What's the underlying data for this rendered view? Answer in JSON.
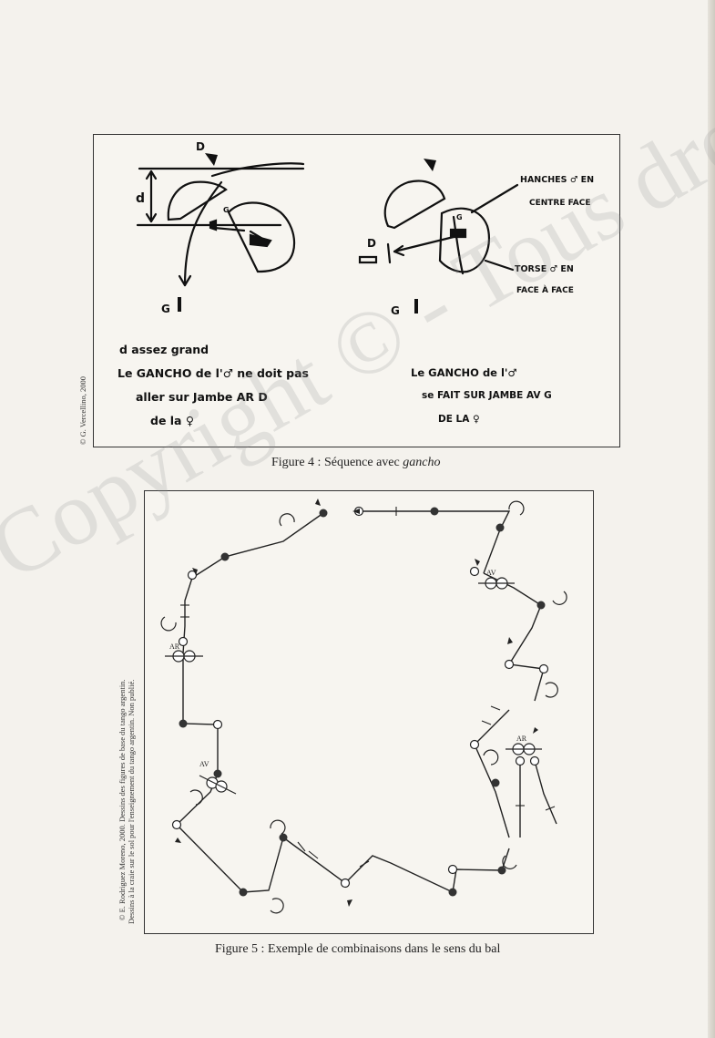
{
  "watermark": "Copyright © - Tous droits réservés",
  "figure4": {
    "caption_prefix": "Figure 4 : Séquence avec ",
    "caption_italic": "gancho",
    "credit": "© G. Vercellino, 2000",
    "left": {
      "label_D": "D",
      "label_d": "d",
      "label_G_small": "G",
      "label_G": "G",
      "note_line1": "d assez grand",
      "note_line2": "Le GANCHO de l'♂ ne doit pas",
      "note_line3": "aller sur Jambe AR D",
      "note_line4": "de la ♀"
    },
    "right": {
      "label_D": "D",
      "label_G": "G",
      "label_G_small": "G",
      "ann_top_line1": "HANCHES ♂ EN",
      "ann_top_line2": "CENTRE FACE",
      "ann_bot_line1": "TORSE ♂ EN",
      "ann_bot_line2": "FACE À FACE",
      "note_line1": "Le GANCHO de l'♂",
      "note_line2": "se FAIT SUR JAMBE AV G",
      "note_line3": "DE LA ♀"
    }
  },
  "figure5": {
    "caption": "Figure 5 : Exemple de combinaisons dans le sens du bal",
    "credit_line1": "© E. Rodriguez Moreno, 2000. Dessins des figures de base du tango argentin.",
    "credit_line2": "Dessins à la craie sur le sol pour l'enseignement du tango argentin. Non publié.",
    "label_av_1": "AV",
    "label_ar_1": "AR",
    "label_av_2": "AV",
    "label_ar_2": "AR"
  }
}
